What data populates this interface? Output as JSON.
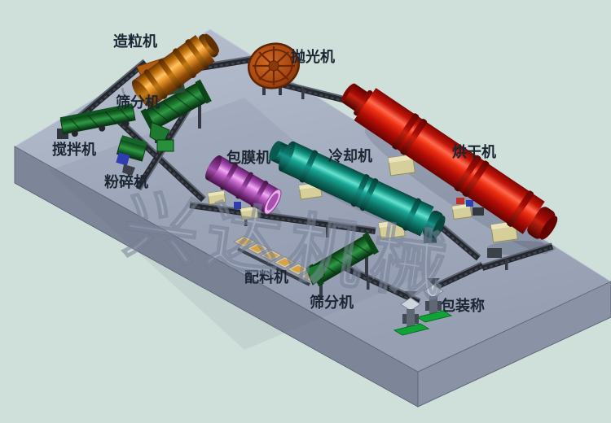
{
  "watermark": {
    "text": "兴达机械"
  },
  "platform": {
    "background": "#cfe0da",
    "top_color": "#a8b1c2",
    "left_face_color": "#7d8598",
    "right_face_color": "#8a92a5"
  },
  "machines": [
    {
      "id": "granulator",
      "label": "造粒机",
      "color": "#e9952b"
    },
    {
      "id": "polisher",
      "label": "抛光机",
      "color": "#a8480f"
    },
    {
      "id": "screener-top",
      "label": "筛分机",
      "color": "#2f9a45"
    },
    {
      "id": "mixer",
      "label": "搅拌机",
      "color": "#2f9a45"
    },
    {
      "id": "crusher",
      "label": "粉碎机",
      "color": "#2f9a45"
    },
    {
      "id": "coater",
      "label": "包膜机",
      "color": "#c668ce"
    },
    {
      "id": "cooler",
      "label": "冷却机",
      "color": "#1aa695"
    },
    {
      "id": "dryer",
      "label": "烘干机",
      "color": "#ee3012"
    },
    {
      "id": "batcher",
      "label": "配料机",
      "color": "#d9a43e"
    },
    {
      "id": "screener-bottom",
      "label": "筛分机",
      "color": "#2f9a45"
    },
    {
      "id": "packer",
      "label": "包装称",
      "color": "#cfd5df"
    }
  ]
}
